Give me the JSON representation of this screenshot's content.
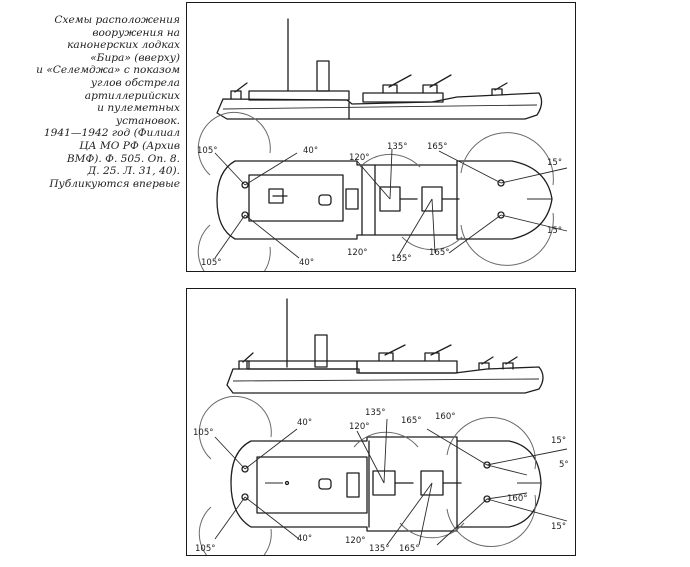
{
  "caption": {
    "lines": [
      "Схемы расположения",
      "вооружения на",
      "канонерских лодках",
      "«Бира» (вверху)",
      "и «Селемджа» с показом",
      "углов обстрела",
      "артиллерийских",
      "и пулеметных",
      "установок.",
      "1941—1942 год (Филиал",
      "ЦА МО РФ (Архив",
      "ВМФ). Ф. 505. Оп. 8.",
      "Д. 25. Л. 31, 40).",
      "Публикуются впервые"
    ]
  },
  "diagram_top": {
    "angles": [
      "105°",
      "40°",
      "120°",
      "135°",
      "165°",
      "15°",
      "120°",
      "135°",
      "165°",
      "15°",
      "105°",
      "40°"
    ]
  },
  "diagram_bottom": {
    "angles": [
      "105°",
      "40°",
      "120°",
      "135°",
      "165°",
      "160°",
      "15°",
      "5°",
      "160°",
      "15°",
      "120°",
      "135°",
      "165°",
      "105°",
      "40°"
    ]
  }
}
